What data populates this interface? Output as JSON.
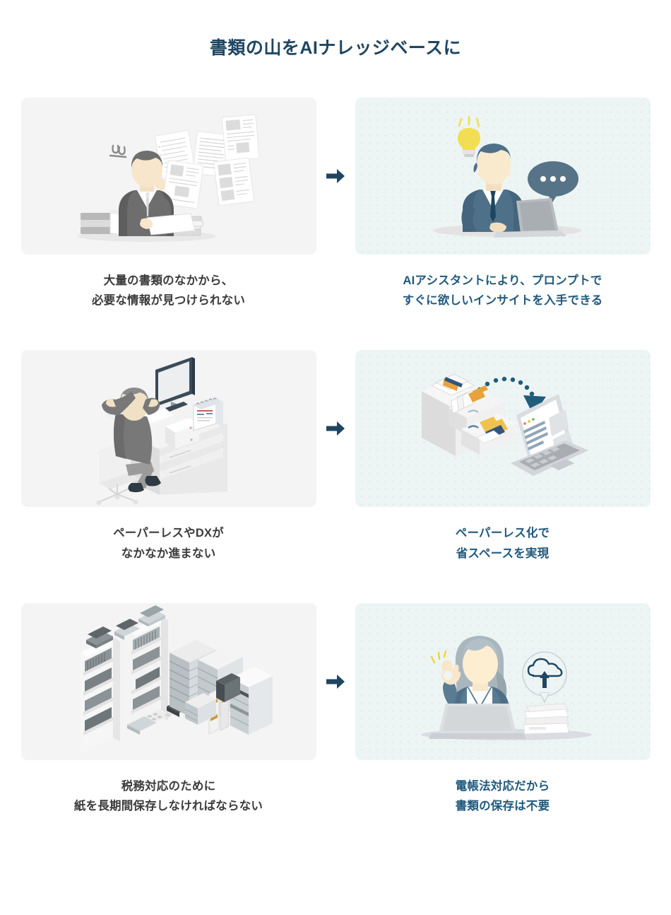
{
  "header": {
    "title": "書類の山をAIナレッジベースに"
  },
  "colors": {
    "title_text": "#1f4661",
    "before_panel_bg": "#f4f4f4",
    "after_panel_bg": "#edf5f4",
    "before_caption_text": "#3b3b3b",
    "after_caption_text": "#21597e",
    "arrow": "#1f4661",
    "accent_yellow": "#f2de55",
    "accent_slate": "#567387",
    "accent_orange": "#e6a23c",
    "navy": "#1f4661"
  },
  "arrow": {
    "name": "right-arrow-icon",
    "glyph": "→"
  },
  "rows": [
    {
      "id": "row-search",
      "before": {
        "illustration": "stressed-businessman-with-flying-documents",
        "caption_lines": [
          "大量の書類のなかから、",
          "必要な情報が見つけられない"
        ]
      },
      "after": {
        "illustration": "businessman-with-laptop-lightbulb-chat-bubble",
        "caption_lines": [
          "AIアシスタントにより、プロンプトで",
          "すぐに欲しいインサイトを入手できる"
        ]
      }
    },
    {
      "id": "row-paperless",
      "before": {
        "illustration": "frustrated-worker-at-isometric-desk-with-monitor",
        "caption_lines": [
          "ペーパーレスやDXが",
          "なかなか進まない"
        ]
      },
      "after": {
        "illustration": "filing-cabinet-digitized-to-laptop",
        "caption_lines": [
          "ペーパーレス化で",
          "省スペースを実現"
        ]
      }
    },
    {
      "id": "row-storage",
      "before": {
        "illustration": "bookshelves-and-stacks-of-documents",
        "caption_lines": [
          "税務対応のために",
          "紙を長期間保存しなければならない"
        ]
      },
      "after": {
        "illustration": "woman-with-laptop-and-cloud-upload",
        "caption_lines": [
          "電帳法対応だから",
          "書類の保存は不要"
        ]
      }
    }
  ]
}
